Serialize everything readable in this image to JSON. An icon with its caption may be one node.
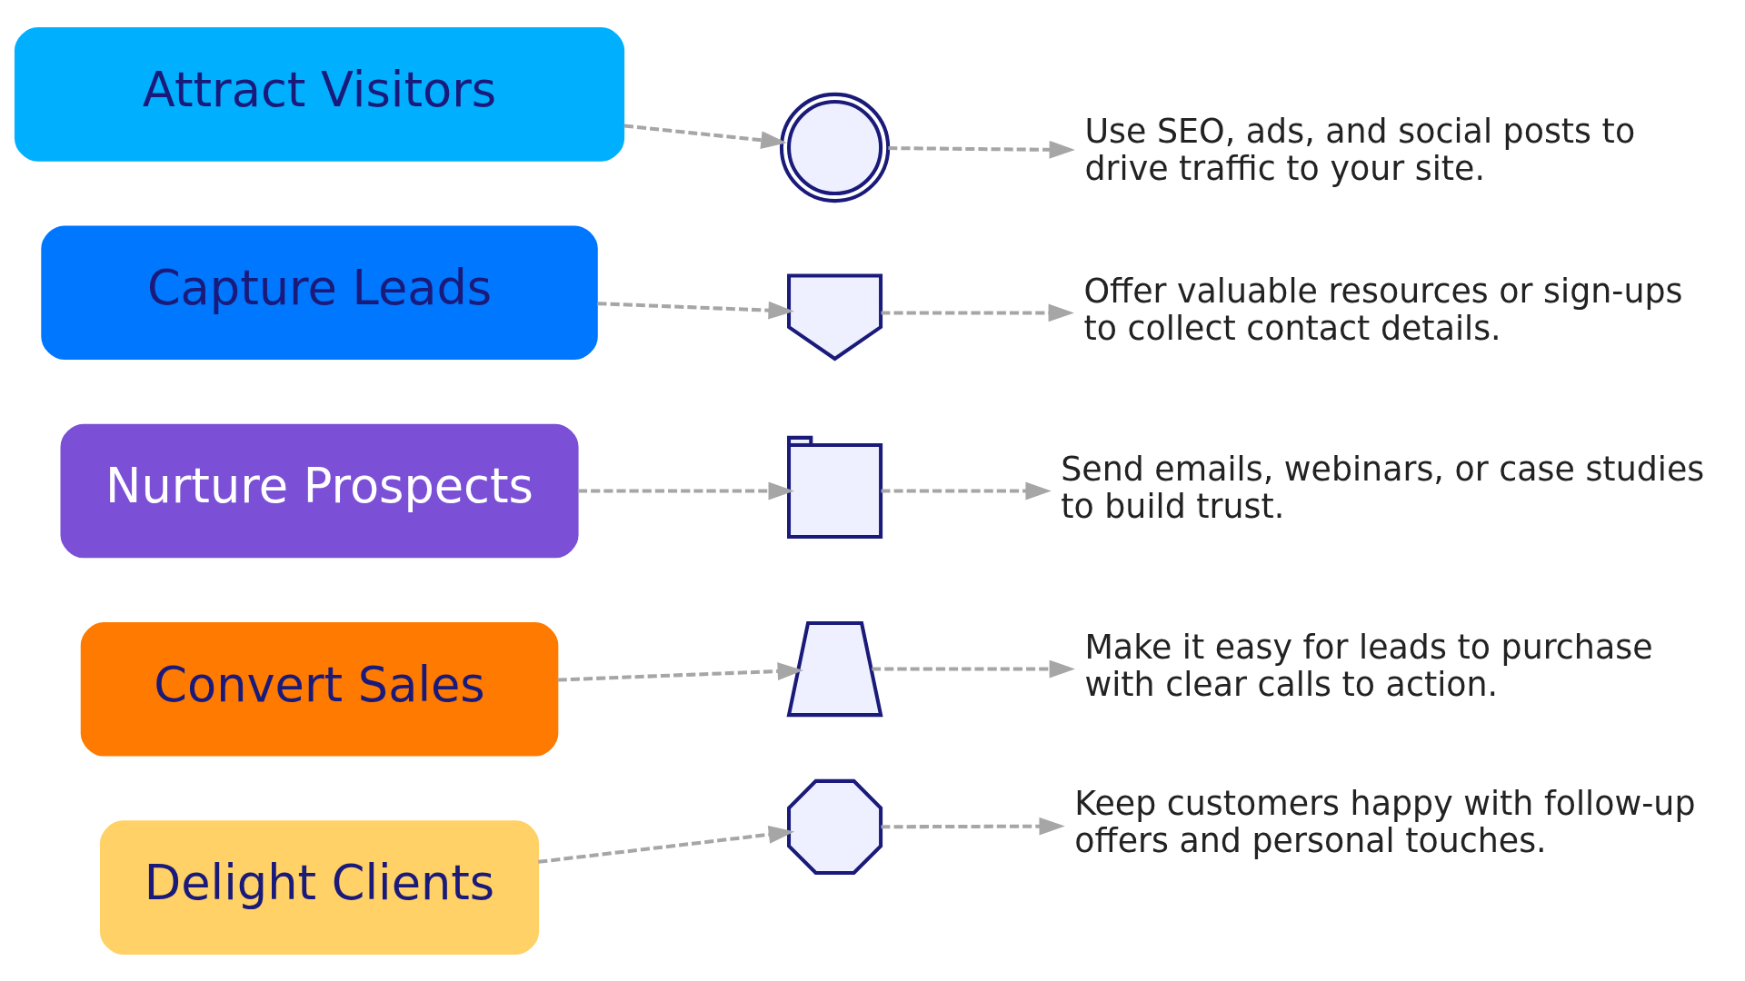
{
  "diagram": {
    "nodes": [
      {
        "text": [
          "Attract Visitors"
        ]
      },
      {
        "text": [],
        "shape": "globe"
      },
      {
        "text": [
          "Use SEO, ads, and social posts to drive traffic to your site."
        ]
      },
      {
        "text": [
          "Capture Leads"
        ]
      },
      {
        "text": [],
        "shape": "magnet"
      },
      {
        "text": [
          "Offer valuable resources or sign-ups to collect contact details."
        ]
      },
      {
        "text": [
          "Nurture Prospects"
        ]
      },
      {
        "text": [],
        "shape": "envelope"
      },
      {
        "text": [
          "Send emails, webinars, or case studies to build trust."
        ]
      },
      {
        "text": [
          "Convert Sales"
        ]
      },
      {
        "text": [],
        "shape": "cart"
      },
      {
        "text": [
          "Make it easy for leads to purchase with clear calls to action."
        ]
      },
      {
        "text": [
          "Delight Clients"
        ]
      },
      {
        "text": [],
        "shape": "handshake"
      },
      {
        "text": [
          "Keep customers happy with follow-up offers and personal touches."
        ]
      }
    ],
    "edges": [
      {
        "from": 0,
        "to": 1,
        "arrow": "to",
        "style": "dashed"
      },
      {
        "from": 1,
        "to": 2,
        "arrow": "to",
        "style": "dashed"
      },
      {
        "from": 3,
        "to": 4,
        "arrow": "to",
        "style": "dashed"
      },
      {
        "from": 4,
        "to": 5,
        "arrow": "to",
        "style": "dashed"
      },
      {
        "from": 6,
        "to": 7,
        "arrow": "to",
        "style": "dashed"
      },
      {
        "from": 7,
        "to": 8,
        "arrow": "to",
        "style": "dashed"
      },
      {
        "from": 9,
        "to": 10,
        "arrow": "to",
        "style": "dashed"
      },
      {
        "from": 10,
        "to": 11,
        "arrow": "to",
        "style": "dashed"
      },
      {
        "from": 12,
        "to": 13,
        "arrow": "to",
        "style": "dashed"
      },
      {
        "from": 13,
        "to": 14,
        "arrow": "to",
        "style": "dashed"
      }
    ]
  }
}
